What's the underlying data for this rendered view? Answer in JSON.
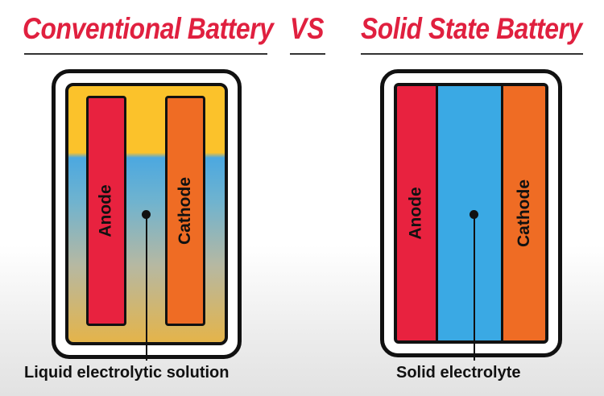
{
  "header": {
    "left_title": "Conventional Battery",
    "vs": "VS",
    "right_title": "Solid State Battery"
  },
  "conventional": {
    "anode": "Anode",
    "cathode": "Cathode",
    "caption": "Liquid electrolytic solution"
  },
  "solid_state": {
    "anode": "Anode",
    "cathode": "Cathode",
    "caption": "Solid electrolyte"
  },
  "colors": {
    "title_red": "#e0203f",
    "anode_red": "#e8223f",
    "cathode_orange": "#ef6c24",
    "electrolyte_blue": "#3aa9e4",
    "liquid_top_yellow": "#fbc22b"
  }
}
